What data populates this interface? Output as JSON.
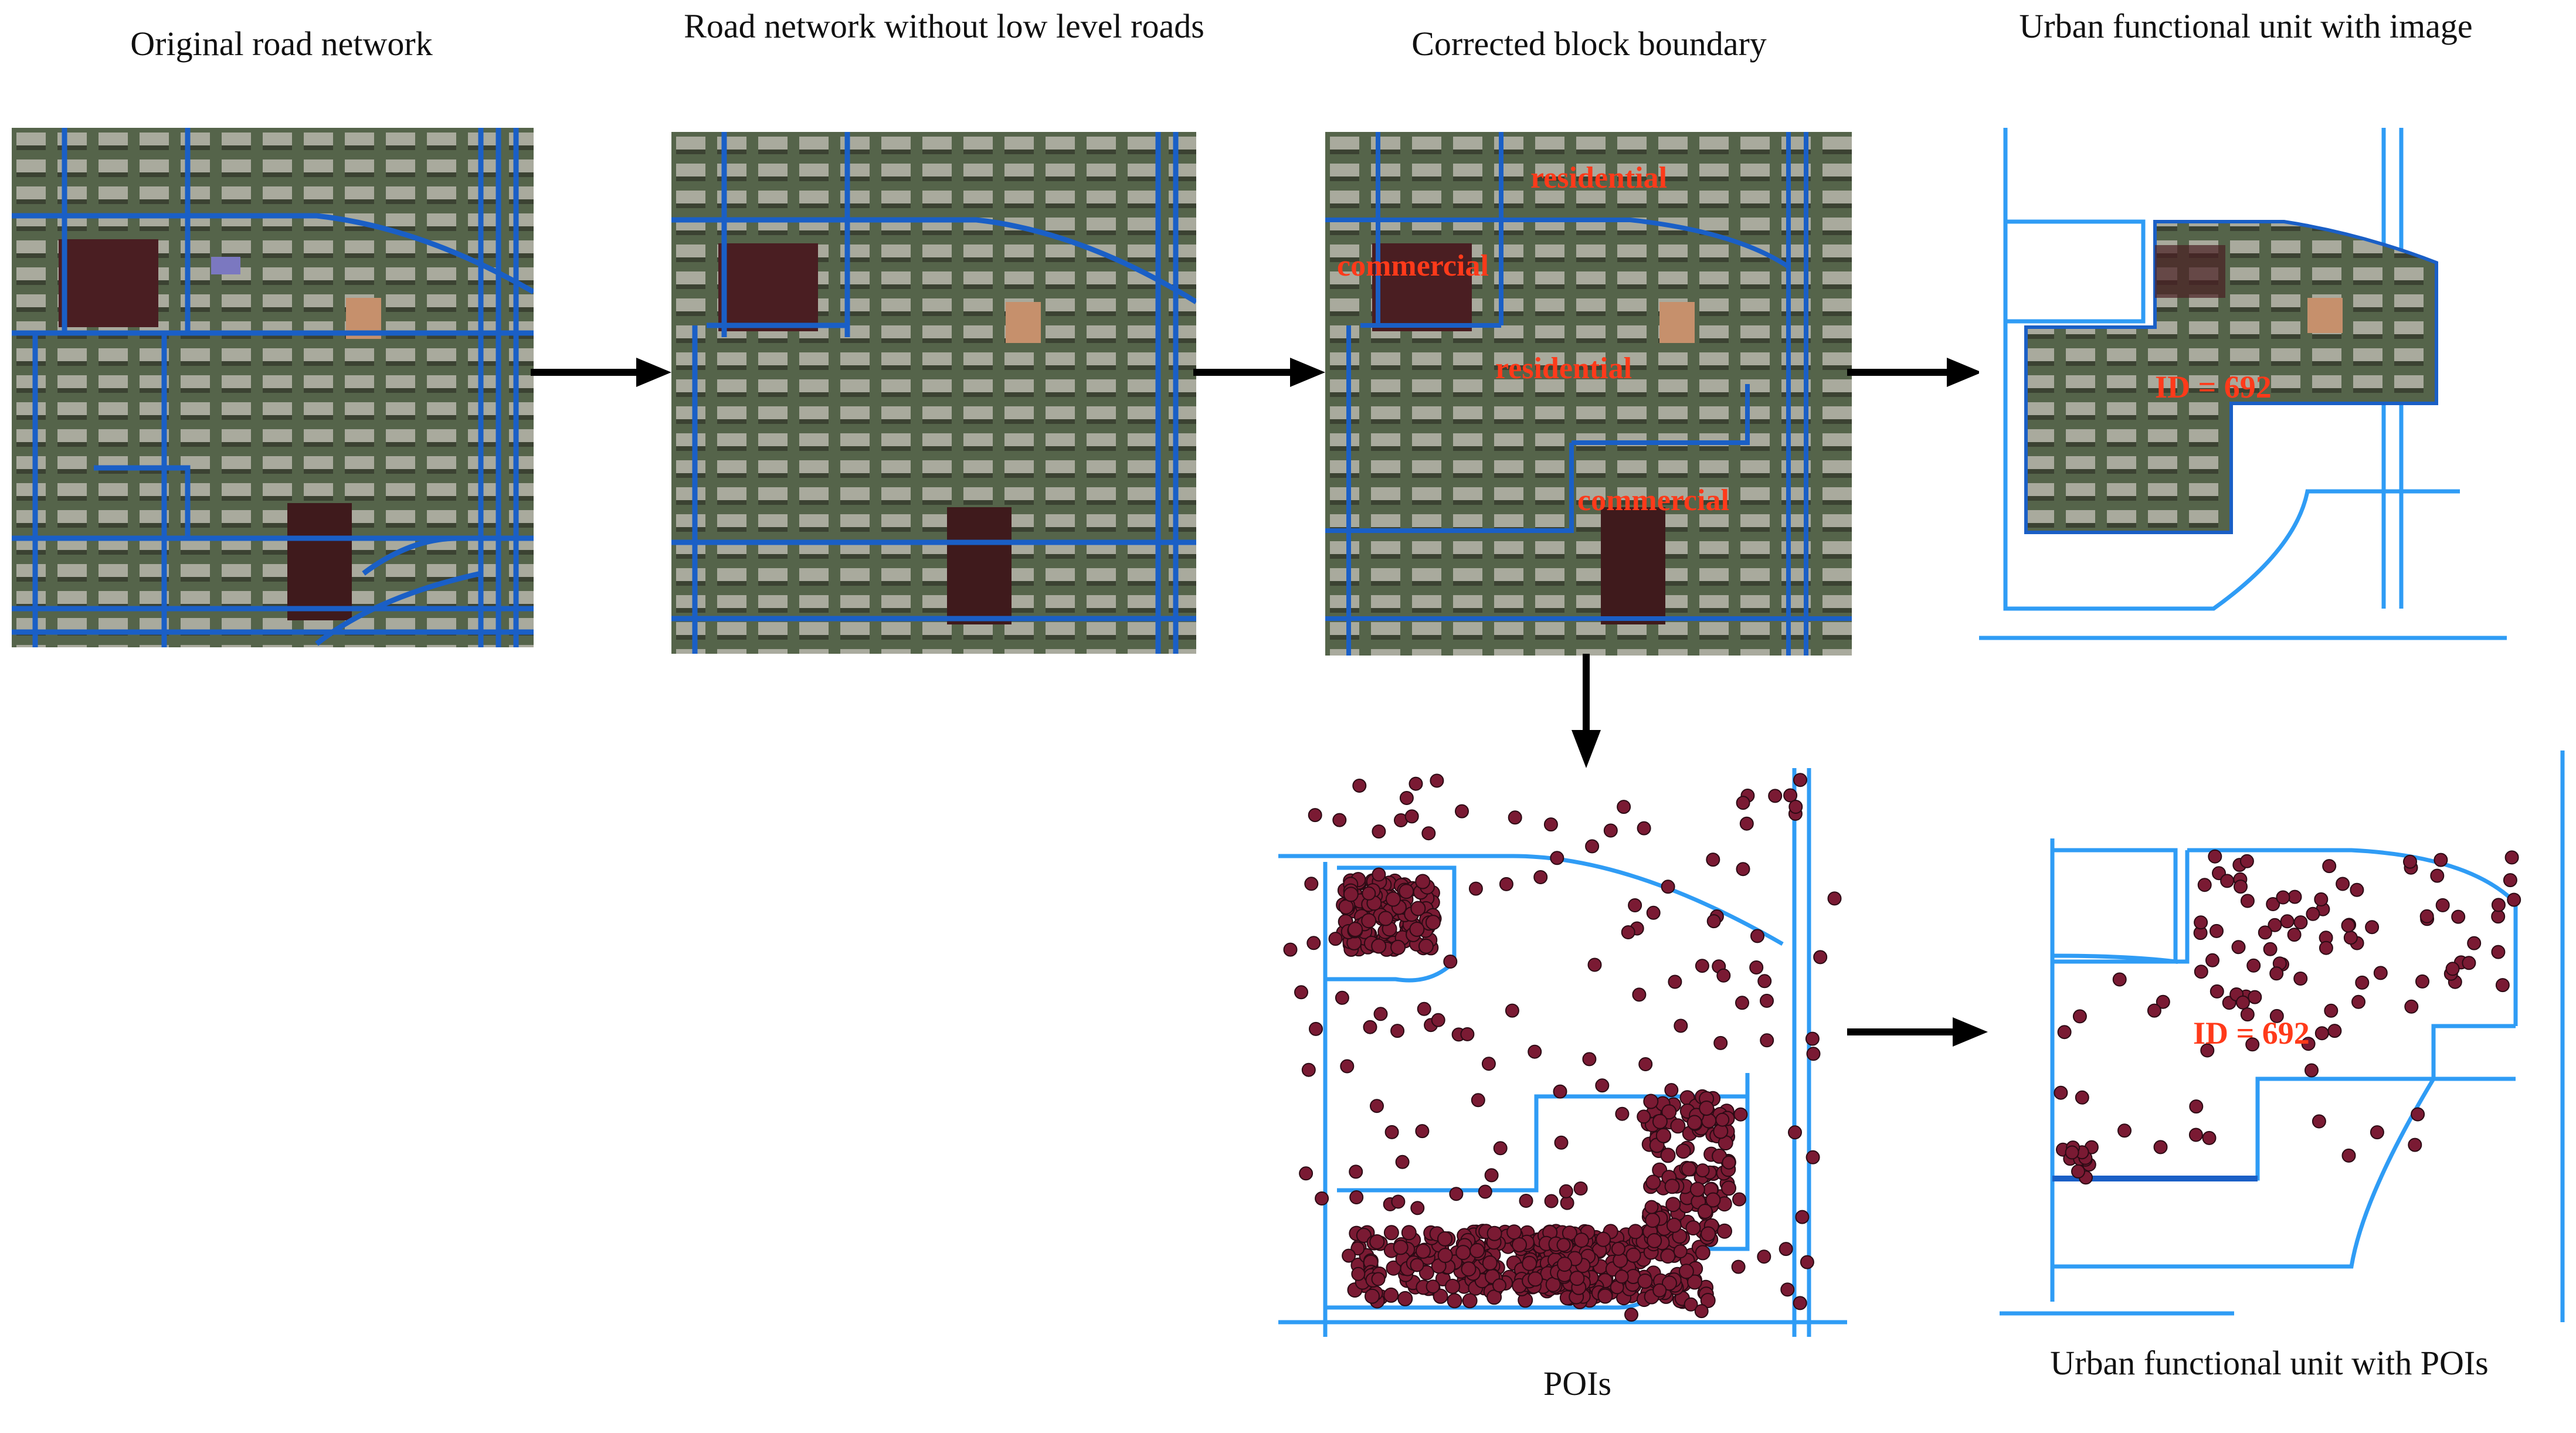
{
  "captions": {
    "original": "Original road network",
    "no_low_level": "Road network without low level roads",
    "corrected": "Corrected block boundary",
    "unit_image": "Urban functional unit with image",
    "pois": "POIs",
    "unit_pois": "Urban functional unit with POIs"
  },
  "block_labels": {
    "residential_top": "residential",
    "commercial_left": "commercial",
    "residential_mid": "residential",
    "commercial_bottom": "commercial"
  },
  "unit_id_label": "ID = 692",
  "colors": {
    "road_dark": "#1a5fc6",
    "road_light": "#2f9cf5",
    "label_red": "#ff3a1a",
    "poi_fill": "#7a1a33",
    "poi_stroke": "#2b0a14",
    "arrow": "#000000"
  },
  "icons": {
    "flow_arrow": "arrow-right-icon",
    "flow_arrow_down": "arrow-down-icon"
  }
}
